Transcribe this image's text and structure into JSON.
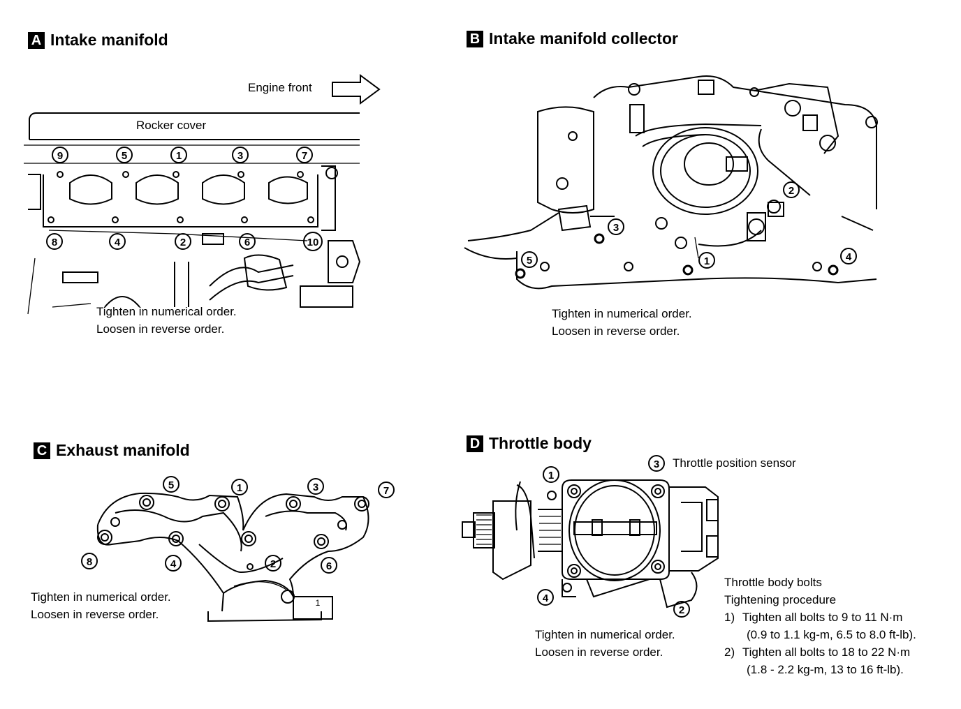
{
  "panels": {
    "a": {
      "letter": "A",
      "title": "Intake manifold",
      "engine_front": "Engine front",
      "rocker_cover": "Rocker cover",
      "bolts": [
        "1",
        "2",
        "3",
        "4",
        "5",
        "6",
        "7",
        "8",
        "9",
        "10"
      ],
      "note": [
        "Tighten in numerical order.",
        "Loosen in reverse order."
      ]
    },
    "b": {
      "letter": "B",
      "title": "Intake manifold collector",
      "bolts": [
        "1",
        "2",
        "3",
        "4",
        "5"
      ],
      "note": [
        "Tighten in numerical order.",
        "Loosen in reverse order."
      ]
    },
    "c": {
      "letter": "C",
      "title": "Exhaust manifold",
      "bolts": [
        "1",
        "2",
        "3",
        "4",
        "5",
        "6",
        "7",
        "8"
      ],
      "gasket_mark": "1",
      "note": [
        "Tighten in numerical order.",
        "Loosen in reverse order."
      ]
    },
    "d": {
      "letter": "D",
      "title": "Throttle body",
      "bolts": [
        "1",
        "2",
        "3",
        "4"
      ],
      "tps_label": "Throttle position sensor",
      "note": [
        "Tighten in numerical order.",
        "Loosen in reverse order."
      ],
      "procedure": {
        "heading": "Throttle body bolts",
        "subheading": "Tightening procedure",
        "steps": [
          {
            "num": "1)",
            "line1": "Tighten all bolts to 9 to 11 N·m",
            "line2": "(0.9 to 1.1 kg-m, 6.5 to 8.0 ft-lb)."
          },
          {
            "num": "2)",
            "line1": "Tighten all bolts to 18 to 22 N·m",
            "line2": "(1.8 - 2.2 kg-m, 13 to 16 ft-lb)."
          }
        ]
      }
    }
  }
}
